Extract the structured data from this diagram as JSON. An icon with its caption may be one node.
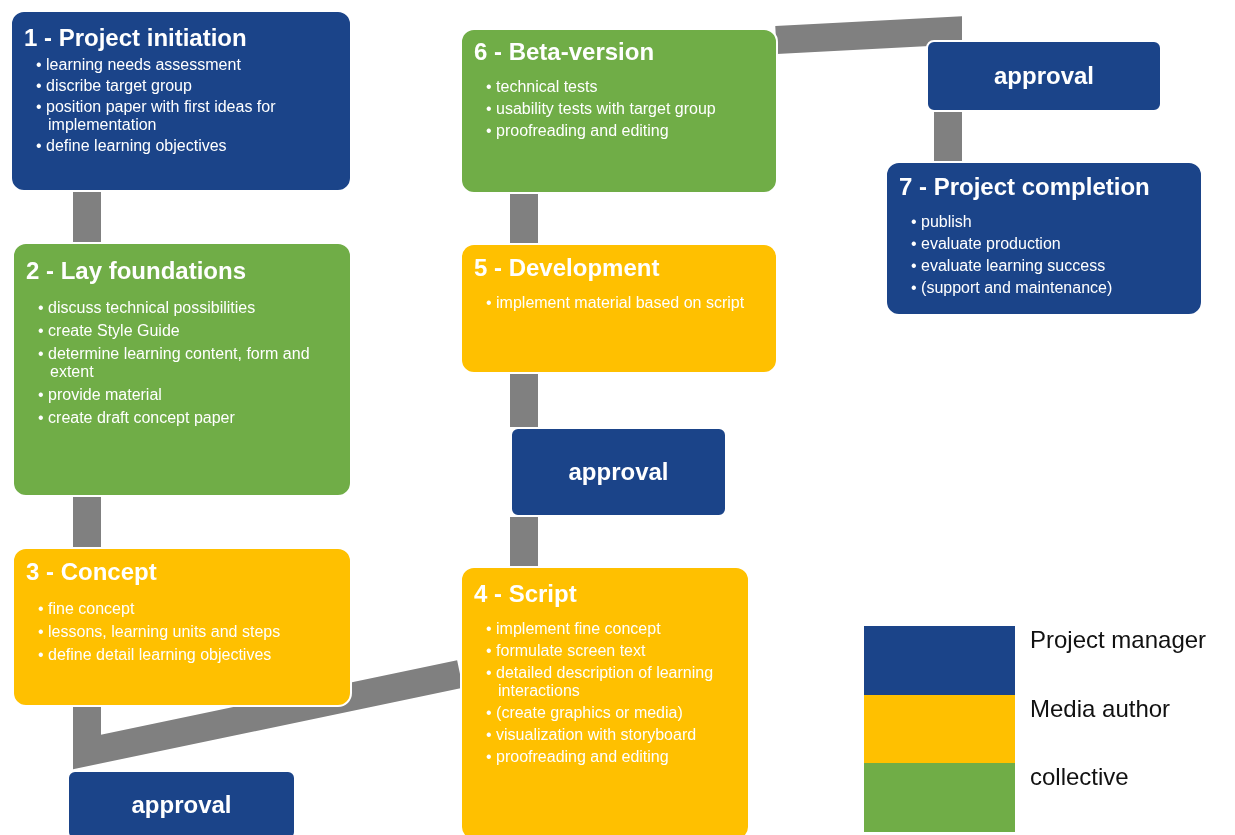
{
  "diagram": {
    "nodes": [
      {
        "text": [
          "1 - Project initiation",
          "• learning needs assessment",
          "• discribe target group",
          "• position paper with first ideas for implementation",
          "• define learning objectives"
        ]
      },
      {
        "text": [
          "2 - Lay foundations",
          "• discuss technical possibilities",
          "• create Style Guide",
          "• determine learning content, form and extent",
          "• provide material",
          "• create draft concept paper"
        ]
      },
      {
        "text": [
          "3 - Concept",
          "• fine concept",
          "• lessons, learning units and steps",
          "• define detail learning objectives"
        ]
      },
      {
        "text": [
          "approval"
        ]
      },
      {
        "text": [
          "4 - Script",
          "• implement fine concept",
          "• formulate screen text",
          "• detailed description of learning interactions",
          "• (create graphics or media)",
          "• visualization with storyboard",
          "• proofreading and editing"
        ]
      },
      {
        "text": [
          "approval"
        ]
      },
      {
        "text": [
          "5 - Development",
          "• implement material based on script"
        ]
      },
      {
        "text": [
          "6 - Beta-version",
          "• technical tests",
          "• usability tests with target group",
          "• proofreading and editing"
        ]
      },
      {
        "text": [
          "approval"
        ]
      },
      {
        "text": [
          "7 - Project completion",
          "• publish",
          "• evaluate production",
          "• evaluate learning success",
          "• (support and maintenance)"
        ]
      }
    ],
    "edges": [
      {
        "from": 0,
        "to": 1,
        "arrow": "none"
      },
      {
        "from": 1,
        "to": 2,
        "arrow": "none"
      },
      {
        "from": 2,
        "to": 4,
        "arrow": "none"
      },
      {
        "from": 4,
        "to": 5,
        "arrow": "none"
      },
      {
        "from": 5,
        "to": 6,
        "arrow": "none"
      },
      {
        "from": 6,
        "to": 7,
        "arrow": "none"
      },
      {
        "from": 7,
        "to": 8,
        "arrow": "none"
      },
      {
        "from": 8,
        "to": 9,
        "arrow": "none"
      }
    ],
    "legend": [
      {
        "text": "Project manager",
        "color": "#1b4489"
      },
      {
        "text": "Media author",
        "color": "#ffc000"
      },
      {
        "text": "collective",
        "color": "#70ad47"
      }
    ]
  }
}
